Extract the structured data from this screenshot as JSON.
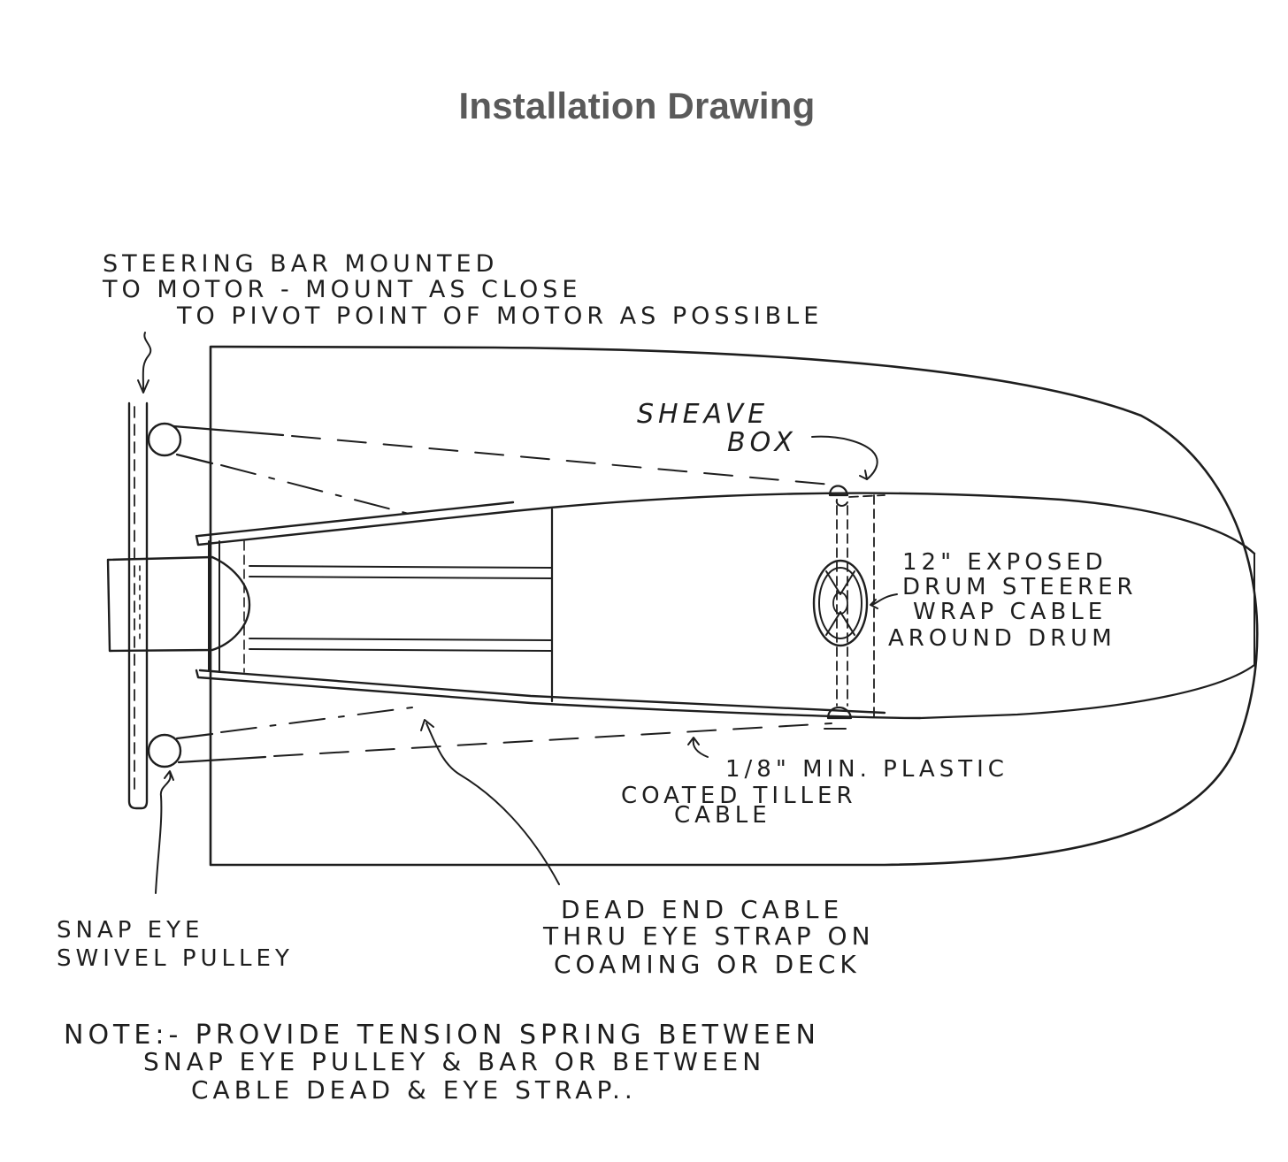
{
  "title": "Installation Drawing",
  "labels": {
    "steering_bar": [
      "STEERING BAR MOUNTED",
      "TO MOTOR - MOUNT AS CLOSE",
      "TO PIVOT POINT OF MOTOR AS POSSIBLE"
    ],
    "sheave_box": [
      "SHEAVE",
      "BOX"
    ],
    "drum_steerer": [
      "12\" EXPOSED",
      "DRUM STEERER",
      "WRAP CABLE",
      "AROUND DRUM"
    ],
    "tiller_cable": [
      "1/8\" MIN. PLASTIC",
      "COATED TILLER",
      "CABLE"
    ],
    "snap_eye": [
      "SNAP EYE",
      "SWIVEL PULLEY"
    ],
    "dead_end": [
      "DEAD END CABLE",
      "THRU EYE STRAP ON",
      "COAMING OR DECK"
    ],
    "note": [
      "NOTE:- PROVIDE TENSION SPRING BETWEEN",
      "SNAP EYE PULLEY & BAR OR BETWEEN",
      "CABLE DEAD & EYE STRAP.."
    ]
  }
}
